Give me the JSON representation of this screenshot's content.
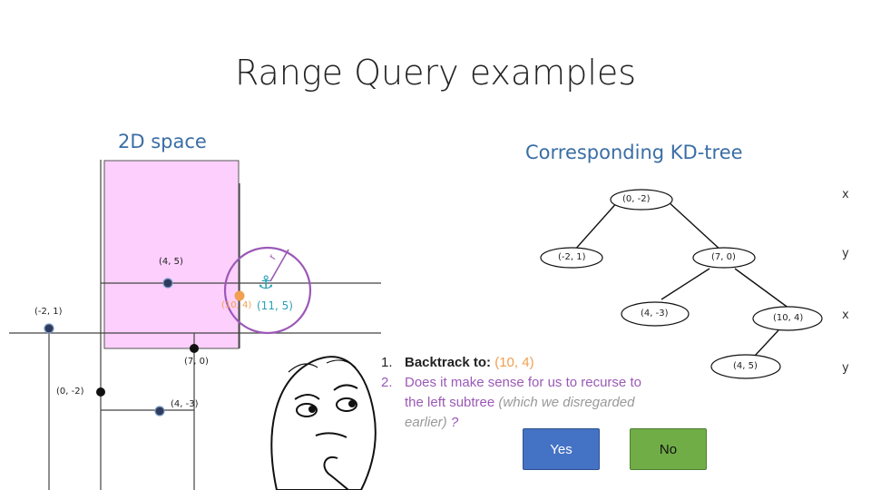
{
  "title": "Range Query examples",
  "left_panel": {
    "heading": "2D space",
    "points": [
      "(4, 5)",
      "(-2, 1)",
      "(7, 0)",
      "(0, -2)",
      "(4, -3)"
    ],
    "query_point_label": "(10, 4)",
    "query_center_label": "(11, 5)",
    "radius_label": "r",
    "anchor_glyph": "⚓"
  },
  "right_panel": {
    "heading": "Corresponding KD-tree",
    "nodes": [
      "(0, -2)",
      "(-2, 1)",
      "(7, 0)",
      "(4, -3)",
      "(10, 4)",
      "(4, 5)"
    ],
    "levels": [
      "x",
      "y",
      "x",
      "y"
    ]
  },
  "question": {
    "item1_prefix": "Backtrack to: ",
    "item1_point": "(10, 4)",
    "item2_text": "Does it make sense for us to recurse to",
    "item2_line2_a": "the left subtree ",
    "item2_line2_b": "(which we disregarded",
    "item2_line3_a": "earlier) ",
    "item2_line3_b": "?",
    "num1": "1.",
    "num2": "2."
  },
  "buttons": {
    "yes": "Yes",
    "no": "No"
  },
  "colors": {
    "highlight_fill": "#fccffc",
    "query_orange": "#f0a050",
    "circle_purple": "#9b59b6",
    "teal": "#2aa0b8",
    "heading_blue": "#3a6ea5",
    "yes_blue": "#4472c4",
    "no_green": "#70ad47"
  }
}
